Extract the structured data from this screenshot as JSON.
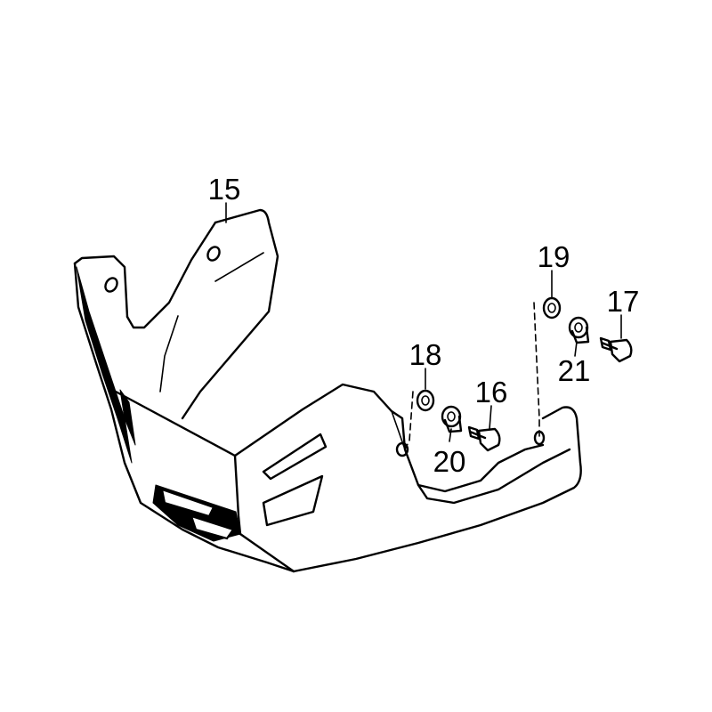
{
  "callouts": {
    "p15": "15",
    "p16": "16",
    "p17": "17",
    "p18": "18",
    "p19": "19",
    "p20": "20",
    "p21": "21"
  },
  "colors": {
    "line": "#000000",
    "background": "#ffffff"
  }
}
